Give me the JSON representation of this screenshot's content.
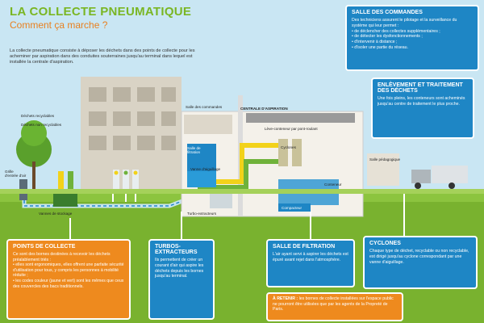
{
  "title": "LA COLLECTE PNEUMATIQUE",
  "subtitle": "Comment ça marche ?",
  "intro": "La collecte pneumatique consiste à déposer les déchets dans des points de collecte pour les acheminer par aspiration dans des conduites souterraines jusqu'au terminal dans lequel est installée la centrale d'aspiration.",
  "labels": {
    "dechets_recyclables": "Déchets recyclables",
    "dechets_non_recyclables": "Déchets non recyclables",
    "grille": "Grille d'entrée d'air",
    "vannes": "Vannes de stockage",
    "salle_commandes": "Salle des commandes",
    "centrale": "CENTRALE D'ASPIRATION",
    "leve_conteneur": "Lève-conteneur par pont-roulant",
    "cyclones": "Cyclones",
    "salle_filtration": "Salle de filtration",
    "vanne_aiguillage": "Vanne d'aiguillage",
    "conteneur": "Conteneur",
    "compacteur": "Compacteur",
    "turbo_extracteurs": "Turbo-extracteurs",
    "salle_pedagogique": "Salle pédagogique"
  },
  "boxes": {
    "salle_commandes": {
      "title": "SALLE DES COMMANDES",
      "text": "Des techniciens assurent le pilotage et la surveillance du système qui leur permet :",
      "items": [
        "de déclencher des collectes supplémentaires ;",
        "de détecter les dysfonctionnements ;",
        "d'intervenir à distance ;",
        "d'isoler une partie du réseau."
      ]
    },
    "enlevement": {
      "title": "ENLÈVEMENT ET TRAITEMENT DES DÉCHETS",
      "text": "Une fois pleins, les conteneurs sont acheminés jusqu'au centre de traitement le plus proche."
    },
    "points_collecte": {
      "title": "POINTS DE COLLECTE",
      "text": "Ce sont des bornes destinées à recevoir les déchets préalablement triés :",
      "items": [
        "elles sont ergonomiques, elles offrent une parfaite sécurité d'utilisation pour tous, y compris les personnes à mobilité réduite ;",
        "les codes couleur (jaune et vert) sont les mêmes que ceux des couvercles des bacs traditionnels."
      ]
    },
    "turbo": {
      "title": "TURBOS-EXTRACTEURS",
      "text": "Ils permettent de créer un courant d'air qui aspire les déchets depuis les bornes jusqu'au terminal."
    },
    "filtration": {
      "title": "SALLE DE FILTRATION",
      "text": "L'air ayant servi à aspirer les déchets est épuré avant rejet dans l'atmosphère."
    },
    "cyclones": {
      "title": "CYCLONES",
      "text": "Chaque type de déchet, recyclable ou non recyclable, est dirigé jusqu'au cyclone correspondant par une vanne d'aiguillage."
    },
    "retenir": {
      "title": "À RETENIR :",
      "text": "les bornes de collecte installées sur l'espace public ne pourront être utilisées que par les agents de la Propreté de Paris."
    }
  },
  "colors": {
    "orange": "#ee8a1e",
    "blue": "#1e86c5",
    "green": "#7ab623",
    "yellow": "#f2d21a"
  }
}
